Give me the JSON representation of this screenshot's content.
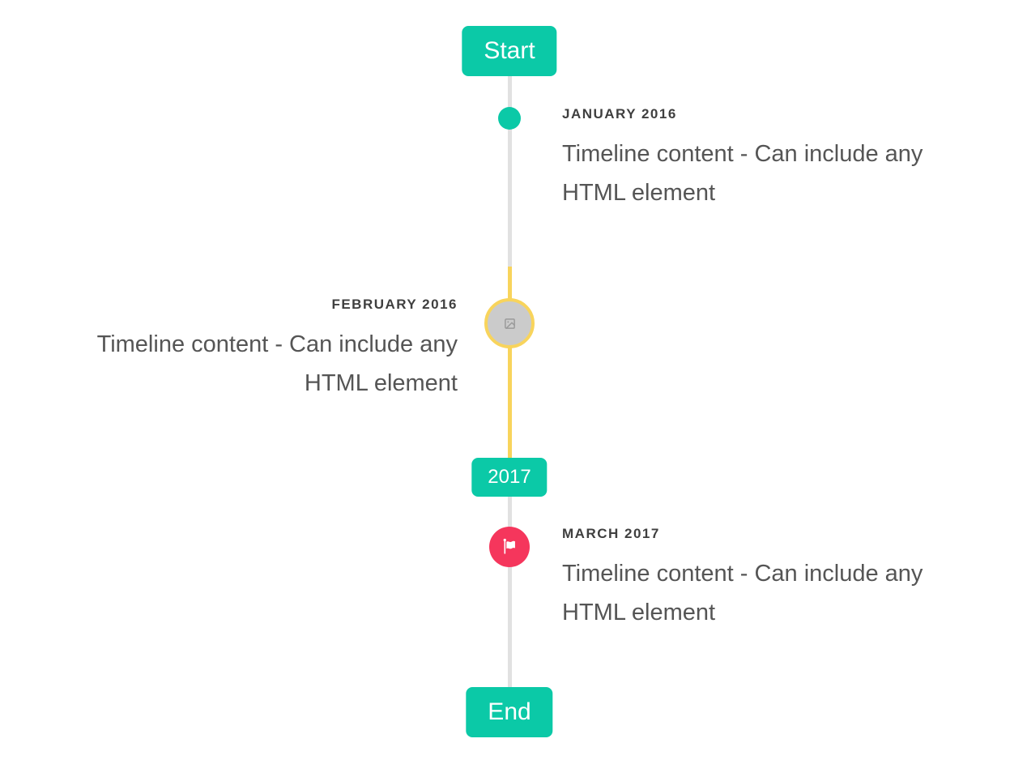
{
  "page": {
    "background": "#ffffff"
  },
  "timeline": {
    "start_label": "Start",
    "end_label": "End",
    "year_badge": "2017",
    "colors": {
      "accent_teal": "#0bc9a7",
      "highlight_yellow": "#f8d45c",
      "flag_marker_red": "#f5365c",
      "line_gray": "#e1e1e1",
      "image_marker_fill": "#cbcbcb",
      "period_text": "#3f3f3f",
      "content_text": "#555555",
      "badge_text": "#ffffff"
    },
    "items": [
      {
        "period": "JANUARY 2016",
        "content": "Timeline content - Can include any HTML element",
        "side": "right",
        "marker": "dot"
      },
      {
        "period": "FEBRUARY 2016",
        "content": "Timeline content - Can include any HTML element",
        "side": "left",
        "marker": "image-highlighted"
      },
      {
        "period": "MARCH 2017",
        "content": "Timeline content - Can include any HTML element",
        "side": "right",
        "marker": "flag"
      }
    ]
  }
}
